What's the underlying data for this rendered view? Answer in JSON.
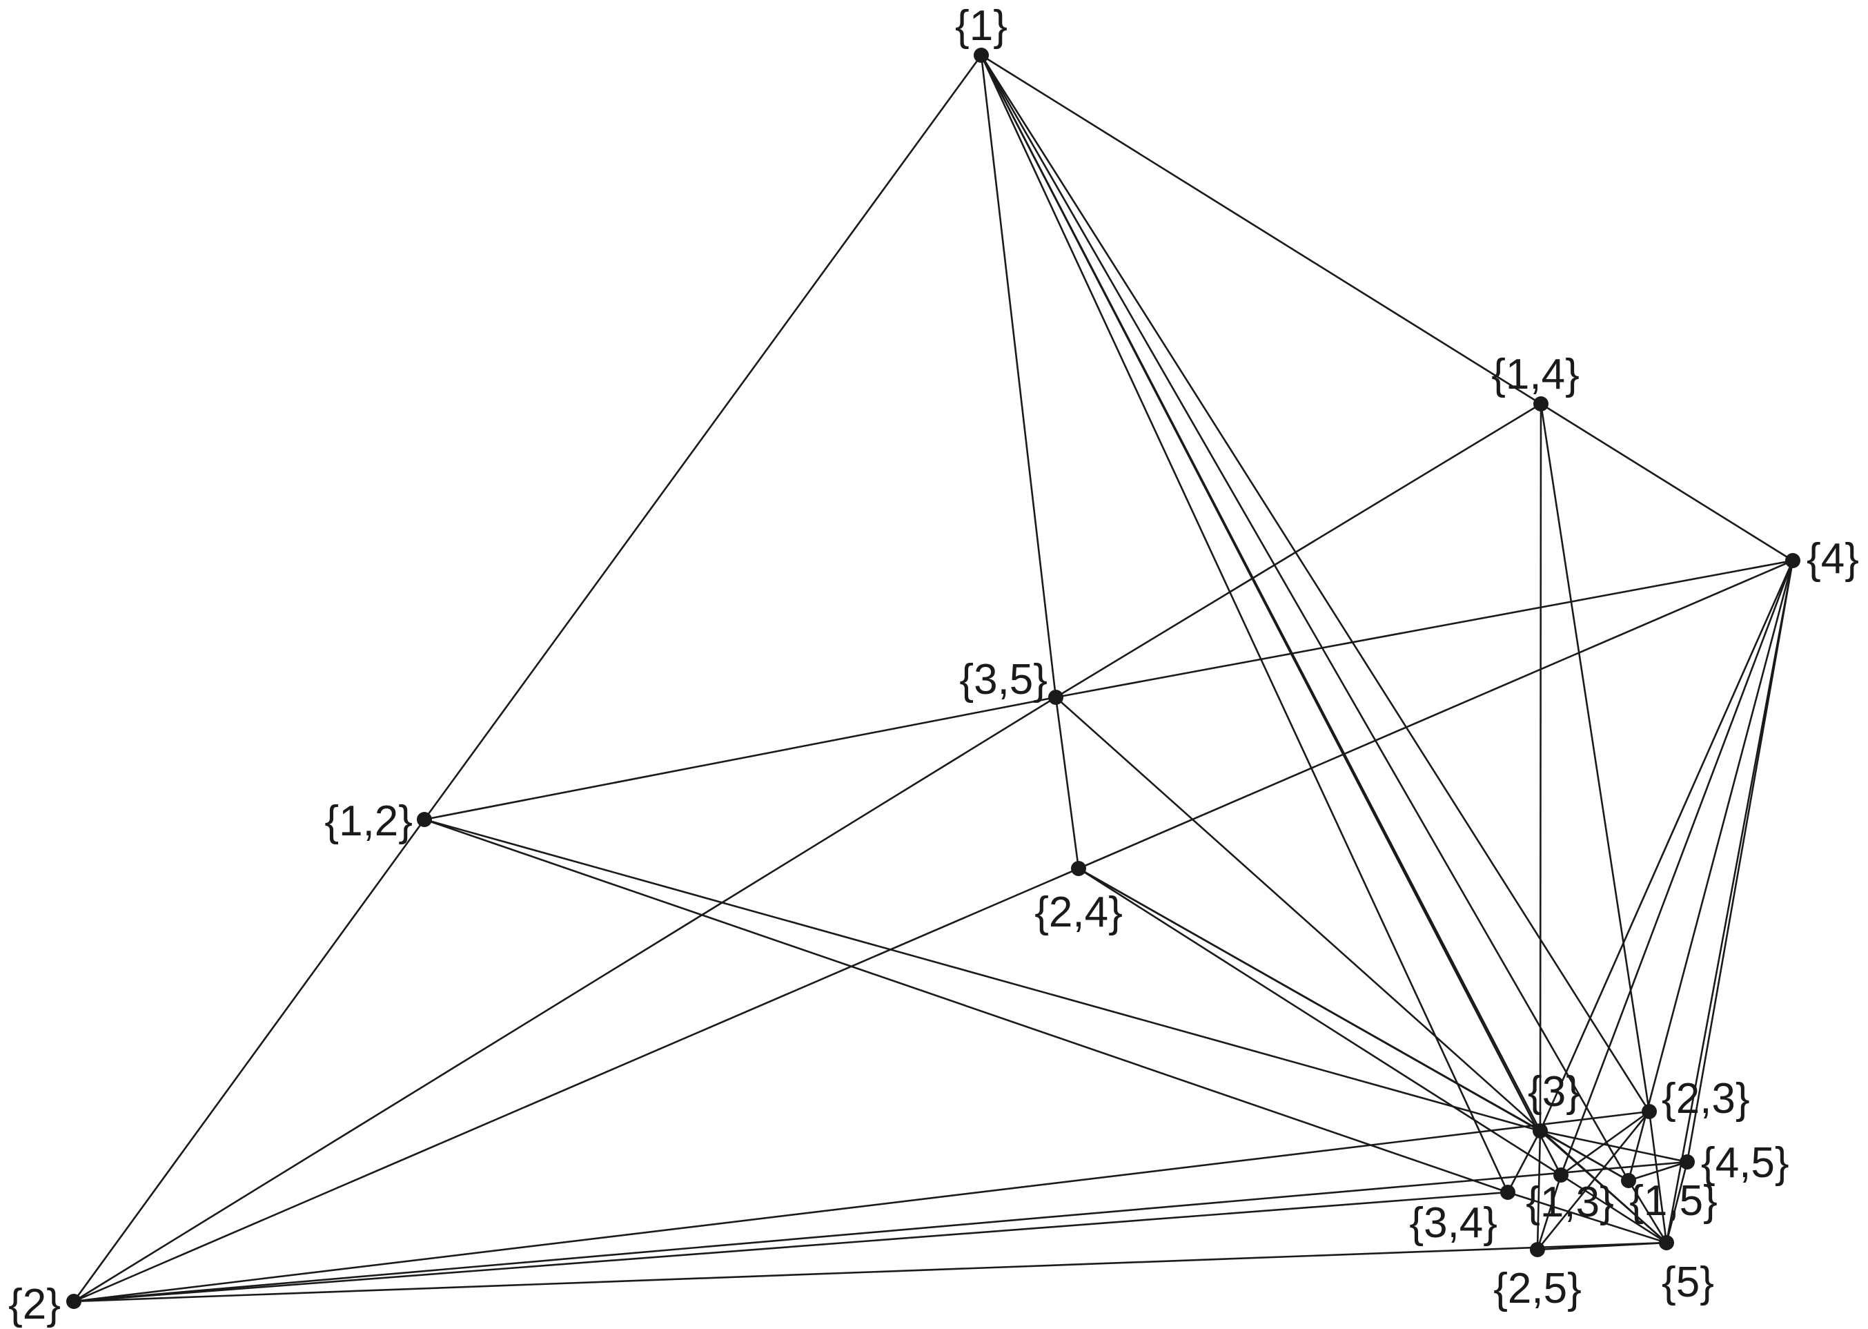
{
  "colors": {
    "line": "#1a1a1a",
    "background": "#ffffff"
  },
  "nodes": [
    {
      "id": "1",
      "label": "{1}"
    },
    {
      "id": "2",
      "label": "{2}"
    },
    {
      "id": "3",
      "label": "{3}"
    },
    {
      "id": "4",
      "label": "{4}"
    },
    {
      "id": "5",
      "label": "{5}"
    },
    {
      "id": "12",
      "label": "{1,2}"
    },
    {
      "id": "13",
      "label": "{1,3}"
    },
    {
      "id": "14",
      "label": "{1,4}"
    },
    {
      "id": "15",
      "label": "{1,5}"
    },
    {
      "id": "23",
      "label": "{2,3}"
    },
    {
      "id": "24",
      "label": "{2,4}"
    },
    {
      "id": "25",
      "label": "{2,5}"
    },
    {
      "id": "34",
      "label": "{3,4}"
    },
    {
      "id": "35",
      "label": "{3,5}"
    },
    {
      "id": "45",
      "label": "{4,5}"
    }
  ],
  "edges": [
    [
      "1",
      "14"
    ],
    [
      "1",
      "12"
    ],
    [
      "1",
      "35"
    ],
    [
      "1",
      "3"
    ],
    [
      "1",
      "13"
    ],
    [
      "1",
      "15"
    ],
    [
      "1",
      "34"
    ],
    [
      "1",
      "23"
    ],
    [
      "14",
      "4"
    ],
    [
      "14",
      "35"
    ],
    [
      "14",
      "3"
    ],
    [
      "14",
      "23"
    ],
    [
      "4",
      "35"
    ],
    [
      "4",
      "24"
    ],
    [
      "4",
      "3"
    ],
    [
      "4",
      "13"
    ],
    [
      "4",
      "15"
    ],
    [
      "4",
      "45"
    ],
    [
      "4",
      "5"
    ],
    [
      "35",
      "12"
    ],
    [
      "35",
      "24"
    ],
    [
      "35",
      "2"
    ],
    [
      "35",
      "5"
    ],
    [
      "12",
      "2"
    ],
    [
      "12",
      "3"
    ],
    [
      "12",
      "34"
    ],
    [
      "24",
      "2"
    ],
    [
      "24",
      "3"
    ],
    [
      "24",
      "13"
    ],
    [
      "24",
      "15"
    ],
    [
      "2",
      "23"
    ],
    [
      "2",
      "45"
    ],
    [
      "2",
      "34"
    ],
    [
      "2",
      "5"
    ],
    [
      "3",
      "34"
    ],
    [
      "3",
      "25"
    ],
    [
      "3",
      "15"
    ],
    [
      "3",
      "5"
    ],
    [
      "3",
      "45"
    ],
    [
      "23",
      "13"
    ],
    [
      "23",
      "25"
    ],
    [
      "23",
      "5"
    ],
    [
      "45",
      "5"
    ],
    [
      "45",
      "15"
    ],
    [
      "34",
      "5"
    ],
    [
      "13",
      "5"
    ],
    [
      "13",
      "25"
    ],
    [
      "15",
      "5"
    ],
    [
      "25",
      "5"
    ]
  ]
}
